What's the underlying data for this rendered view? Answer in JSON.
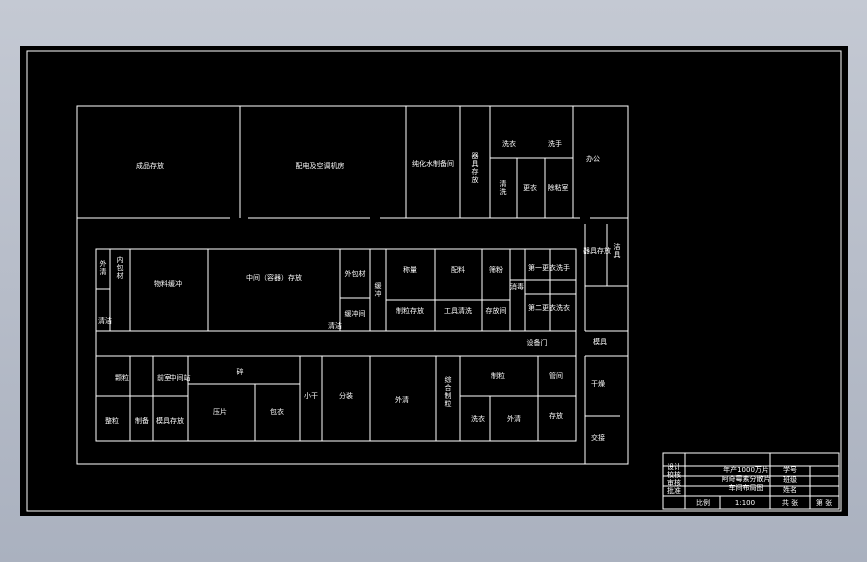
{
  "rooms": {
    "finished_goods": "成品存放",
    "power_ac": "配电及空调机房",
    "water_treatment": "纯化水制备间",
    "equip_storage": "器具存放",
    "washroom": "洗衣",
    "toilet": "洗手",
    "office": "办公",
    "wash": "清洗",
    "change_clothes": "更衣",
    "dry_clean": "除粘室",
    "wai_qing": "外清",
    "inner_pkg": "内包材",
    "material_cut": "物料缓冲",
    "central_pkg": "中间（容器）存放",
    "outer_pkg": "外包材",
    "buffer": "缓冲间",
    "jin_ying": "称量",
    "bi_yan": "配料",
    "sieve": "筛粉",
    "cun_mu": "存放间",
    "second_change": "第二更衣",
    "first_change": "第一更衣",
    "qing_jie": "清洁",
    "tools_storage": "工具清洗",
    "mix": "制粒存放",
    "dress": "洗手",
    "xiao_du": "消毒",
    "sui": "碎",
    "xiao_dui": "缓冲",
    "fu": "洗衣",
    "qing_jie_2": "清洁",
    "she_bei_men": "设备门",
    "guo_hu": "模具",
    "ya_pian": "压片",
    "bao_yi": "包衣",
    "qian_jian": "前室",
    "ke_li": "颗粒",
    "zhi_bei": "制备",
    "xiao_gan": "小干",
    "zhong_ji": "中间站",
    "zhang_li": "整粒",
    "mo_ju": "模具存放",
    "fen_zhuang": "分装",
    "wai_qing_2": "外清",
    "ji_gan_ju": "器具存放",
    "zong_he": "综合制粒",
    "jie_ju": "洁具",
    "zhi_li": "制粒",
    "wai_qing_3": "外清",
    "she_fang": "存放",
    "guan_jian": "管间",
    "xi_yi": "洗衣",
    "gan_yi": "干燥",
    "jiao_jie": "交接"
  },
  "title_block": {
    "left_rows": [
      "设计",
      "校核",
      "审核",
      "批准"
    ],
    "project": [
      "年产1000万片",
      "阿奇霉素分散片",
      "车间布局图"
    ],
    "scale_label": "比例",
    "scale_value": "1:100",
    "sheet_label": "共 张",
    "sheet_num": "第 张",
    "right_rows": [
      "学号",
      "班级",
      "姓名"
    ]
  }
}
